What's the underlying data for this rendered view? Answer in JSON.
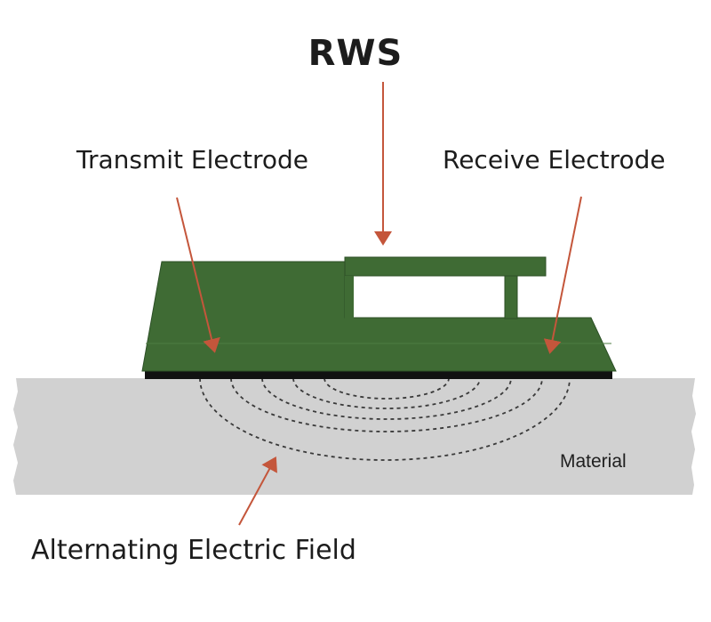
{
  "diagram": {
    "title": "RWS",
    "labels": {
      "transmit_electrode": "Transmit Electrode",
      "receive_electrode": "Receive Electrode",
      "alternating_field": "Alternating Electric Field",
      "material": "Material"
    },
    "colors": {
      "board_green": "#3f6b34",
      "board_edge": "#2c4f26",
      "material_gray": "#d1d1d1",
      "arrow": "#c4563b",
      "field_lines": "#3a3a3a",
      "base_strip": "#111111"
    }
  }
}
